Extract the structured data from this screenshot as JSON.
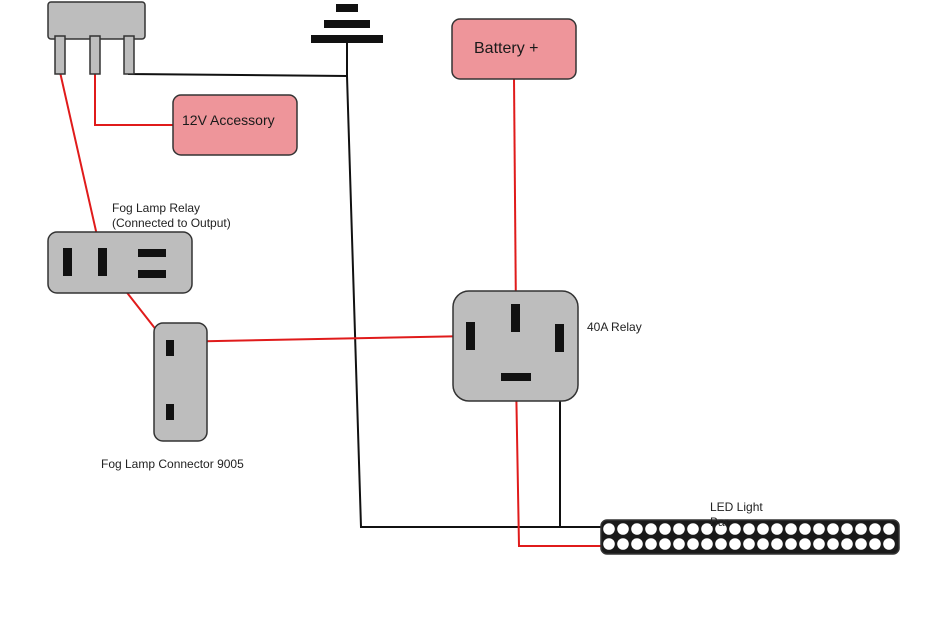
{
  "colors": {
    "component_fill": "#bdbdbd",
    "power_fill": "#ee959a",
    "outline": "#333333",
    "pin": "#111111",
    "wire_positive": "#e01b1b",
    "wire_ground": "#111111",
    "led_fill": "#ffffff"
  },
  "labels": {
    "accessory": "12V Accessory",
    "battery": "Battery +",
    "fog_relay_line1": "Fog Lamp Relay",
    "fog_relay_line2": "(Connected to Output)",
    "relay_40a": "40A Relay",
    "connector": "Fog Lamp Connector 9005",
    "led_line1": "LED Light",
    "led_line2": "Bar"
  },
  "icons": {
    "switch": "toggle-switch-icon",
    "ground": "ground-symbol-icon",
    "led_bar": "led-light-bar-icon"
  }
}
